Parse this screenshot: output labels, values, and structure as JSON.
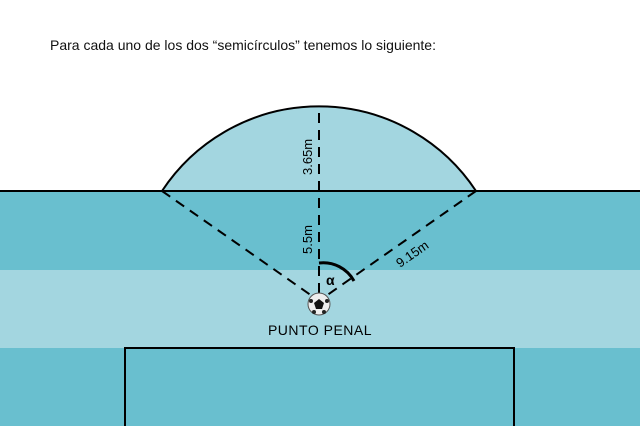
{
  "caption": "Para cada uno de los dos “semicírculos” tenemos lo siguiente:",
  "labels": {
    "arc_height": "3.65m",
    "area_depth": "5.5m",
    "radius": "9.15m",
    "angle": "α",
    "spot": "PUNTO PENAL"
  },
  "colors": {
    "light": "#a3d6e0",
    "dark": "#69bfcf"
  }
}
